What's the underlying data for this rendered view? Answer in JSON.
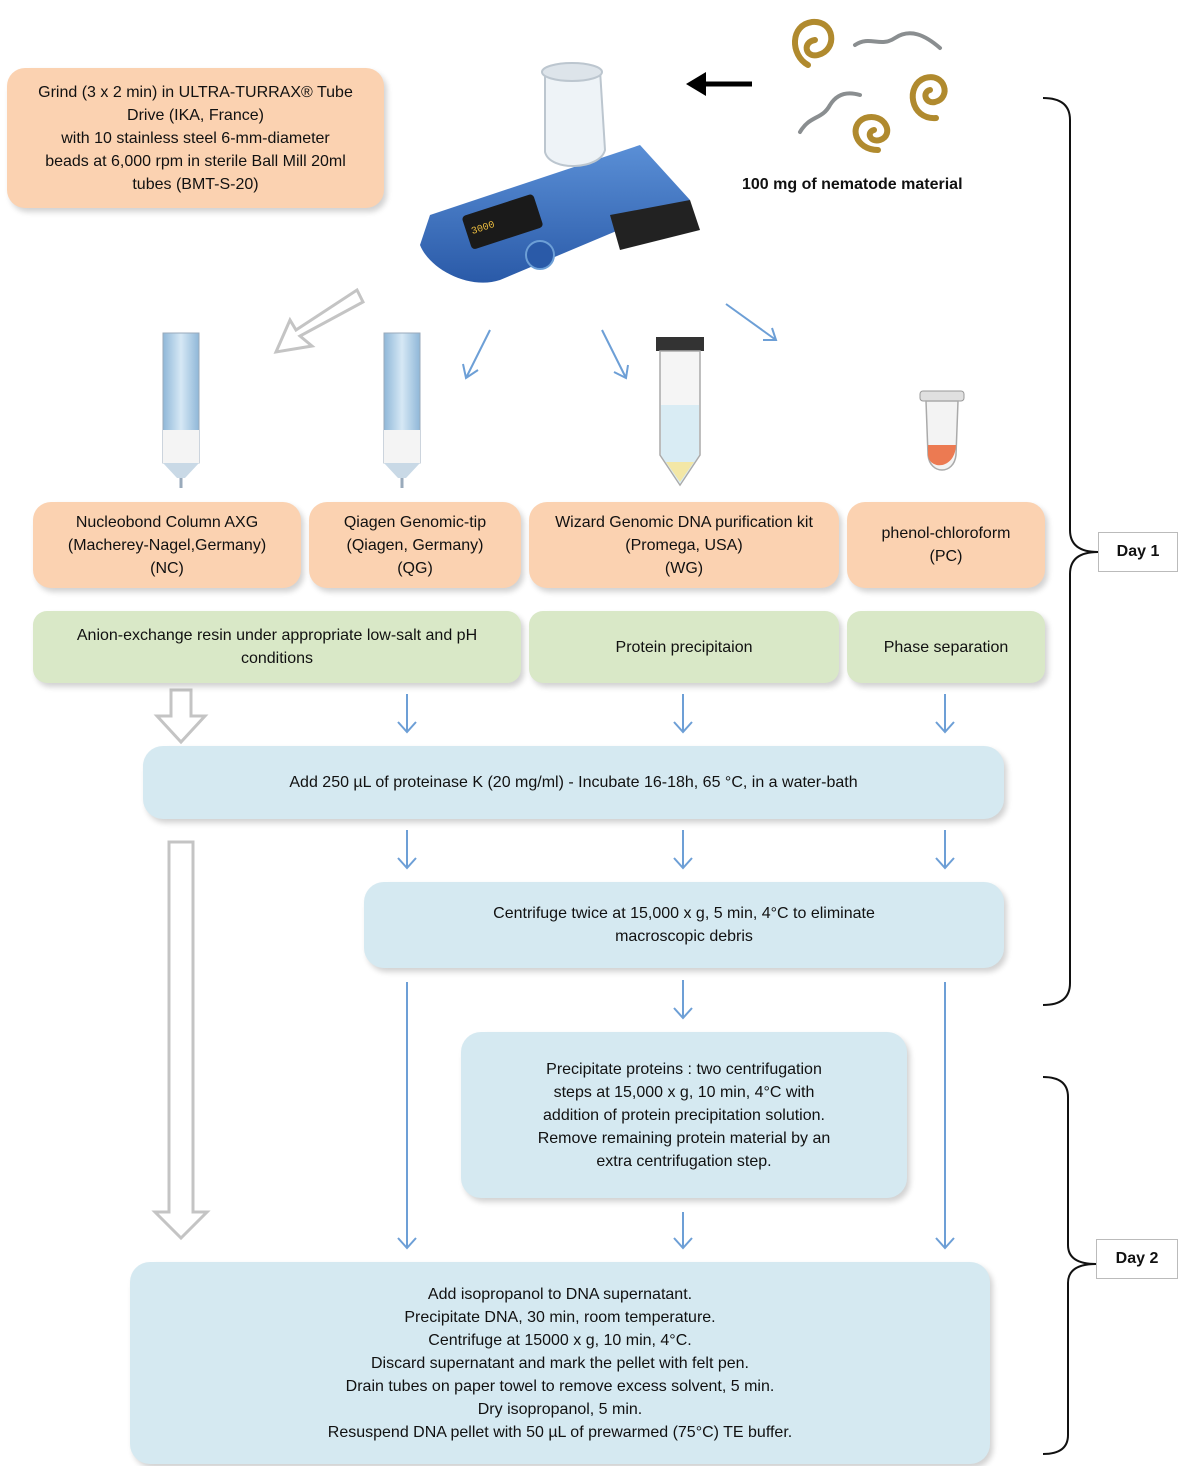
{
  "source_label": "100 mg of nematode material",
  "grind_text": "Grind (3 x 2 min) in ULTRA-TURRAX® Tube\nDrive (IKA, France)\nwith 10 stainless steel 6-mm-diameter\nbeads at 6,000 rpm in sterile Ball Mill 20ml\ntubes (BMT-S-20)",
  "methods": [
    {
      "text": "Nucleobond Column AXG\n(Macherey-Nagel,Germany)\n(NC)"
    },
    {
      "text": "Qiagen Genomic-tip\n(Qiagen, Germany)\n(QG)"
    },
    {
      "text": "Wizard Genomic DNA purification kit\n(Promega, USA)\n(WG)"
    },
    {
      "text": "phenol-chloroform\n(PC)"
    }
  ],
  "principles": [
    {
      "text": "Anion-exchange resin under appropriate low-salt and pH\nconditions"
    },
    {
      "text": "Protein precipitaion"
    },
    {
      "text": "Phase separation"
    }
  ],
  "steps": {
    "proteinase": "Add 250 µL of proteinase K (20 mg/ml) - Incubate 16-18h, 65 °C, in a water-bath",
    "centrifuge": "Centrifuge twice at 15,000 x g, 5 min, 4°C to eliminate\nmacroscopic debris",
    "precipitate": "Precipitate proteins : two centrifugation\nsteps at 15,000 x g, 10 min, 4°C with\naddition of protein precipitation solution.\nRemove remaining protein material by an\nextra centrifugation step.",
    "isopropanol": "Add isopropanol to DNA supernatant.\nPrecipitate DNA, 30 min, room temperature.\nCentrifuge at 15000 x g, 10 min, 4°C.\nDiscard supernatant and mark the pellet with felt pen.\nDrain tubes on paper towel to remove excess solvent, 5 min.\nDry isopropanol, 5 min.\nResuspend DNA pellet with 50 µL of prewarmed (75°C) TE buffer."
  },
  "days": {
    "day1": "Day 1",
    "day2": "Day 2"
  },
  "colors": {
    "orange_box": "#fbd2b1",
    "green_box": "#d9e8c7",
    "blue_box": "#d5e9f1",
    "arrow_blue": "#6d9fd6",
    "arrow_gray": "#c8c8c8"
  }
}
